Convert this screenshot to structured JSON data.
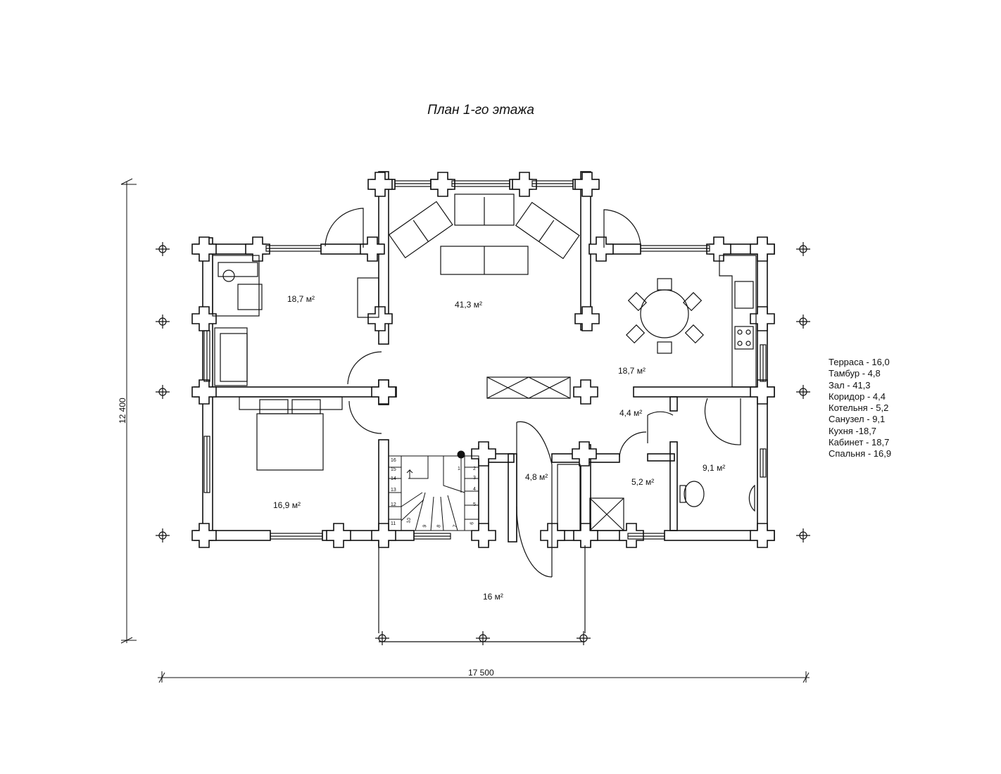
{
  "title": "План 1-го этажа",
  "dimensions": {
    "width": "17 500",
    "height": "12 400"
  },
  "rooms": {
    "cabinet": "18,7 м²",
    "hall": "41,3 м²",
    "kitchen": "18,7 м²",
    "corridor": "4,4 м²",
    "bedroom": "16,9 м²",
    "tambour": "4,8 м²",
    "boiler": "5,2 м²",
    "bathroom": "9,1 м²",
    "terrace": "16 м²"
  },
  "legend": [
    "Терраса - 16,0",
    "Тамбур - 4,8",
    "Зал - 41,3",
    "Коридор - 4,4",
    "Котельня - 5,2",
    "Санузел - 9,1",
    "Кухня -18,7",
    "Кабинет - 18,7",
    "Спальня  - 16,9"
  ],
  "stair_steps": [
    "16",
    "15",
    "14",
    "13",
    "12",
    "11",
    "10",
    "9",
    "8",
    "7",
    "6",
    "5",
    "4",
    "3",
    "2",
    "1"
  ],
  "colors": {
    "line": "#111111",
    "background": "#ffffff"
  }
}
